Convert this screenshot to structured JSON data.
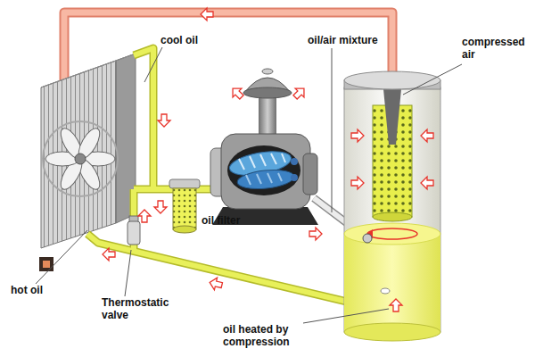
{
  "diagram": {
    "labels": [
      "cool oil",
      "oil/air mixture",
      "compressed air",
      "oil filter",
      "hot oil",
      "Thermostatic valve",
      "oil heated by compression"
    ]
  }
}
